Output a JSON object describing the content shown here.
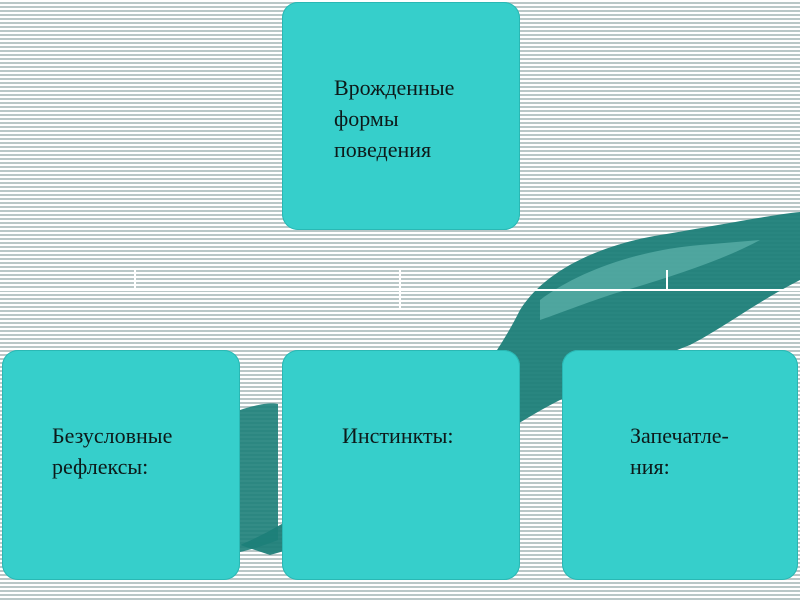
{
  "diagram": {
    "root": {
      "label": "Врожденные\nформы\nповедения"
    },
    "children": [
      {
        "label": "Безусловные\nрефлексы:"
      },
      {
        "label": "Инстинкты:"
      },
      {
        "label": "Запечатле-\nния:"
      }
    ]
  },
  "colors": {
    "box_fill": "#36cfcb",
    "background_stripe": "#b9c7c7",
    "decor_dark": "#1a7a74"
  }
}
